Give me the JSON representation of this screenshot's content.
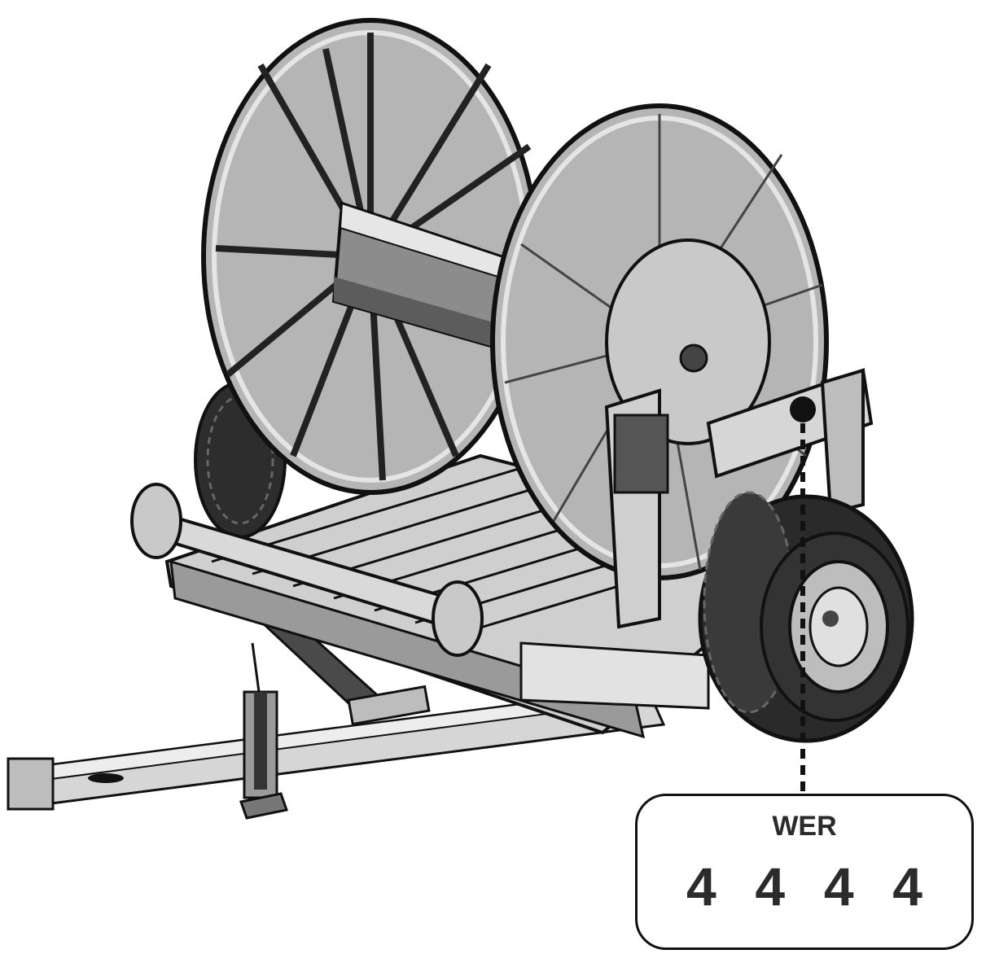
{
  "label": {
    "title": "WER",
    "digits": [
      "4",
      "4",
      "4",
      "4"
    ]
  }
}
